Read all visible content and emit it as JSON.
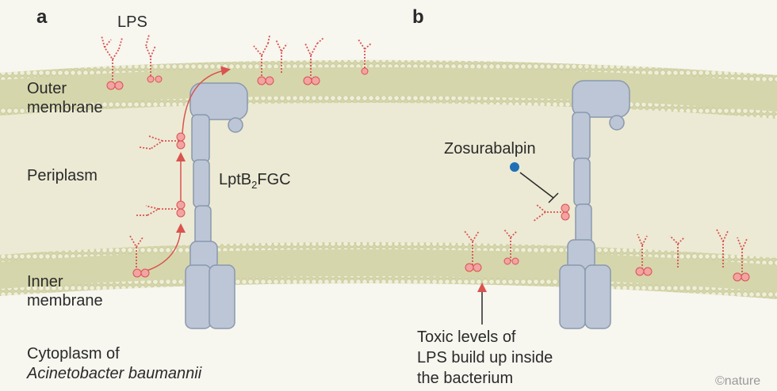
{
  "panels": {
    "a": "a",
    "b": "b"
  },
  "labels": {
    "lps": "LPS",
    "outer_membrane_1": "Outer",
    "outer_membrane_2": "membrane",
    "periplasm": "Periplasm",
    "inner_membrane_1": "Inner",
    "inner_membrane_2": "membrane",
    "cytoplasm_1": "Cytoplasm of",
    "cytoplasm_2": "Acinetobacter baumannii",
    "transporter_main": "LptB",
    "transporter_sub": "2",
    "transporter_rest": "FGC",
    "drug": "Zosurabalpin",
    "toxic_1": "Toxic levels of",
    "toxic_2": "LPS build up inside",
    "toxic_3": "the bacterium"
  },
  "credit": "©nature",
  "colors": {
    "background": "#f7f6ef",
    "membrane": "#d8d8ae",
    "membrane_head": "#e8e8cf",
    "periplasm": "#e8e6cf",
    "protein": "#bcc6d6",
    "protein_edge": "#8a98ad",
    "lps": "#d9534f",
    "lps_head": "#f3a3a3",
    "drug": "#1f6fb7",
    "arrow": "#d9534f",
    "text": "#2a2a2a"
  }
}
